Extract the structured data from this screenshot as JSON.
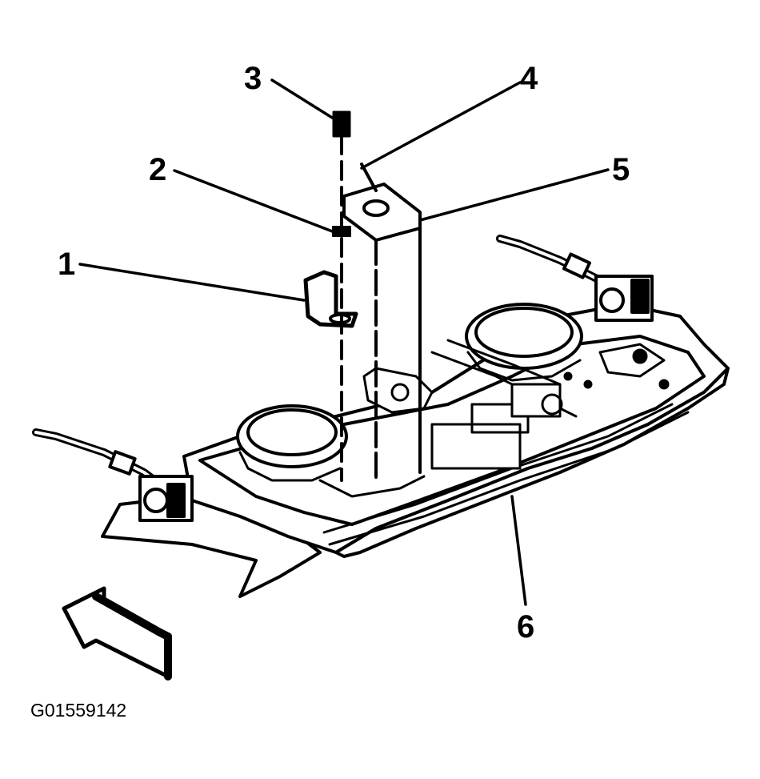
{
  "callouts": {
    "c1": "1",
    "c2": "2",
    "c3": "3",
    "c4": "4",
    "c5": "5",
    "c6": "6"
  },
  "figure_id": "G01559142",
  "colors": {
    "ink": "#000000",
    "paper": "#ffffff"
  },
  "icons": {
    "direction": "front-arrow-icon"
  }
}
